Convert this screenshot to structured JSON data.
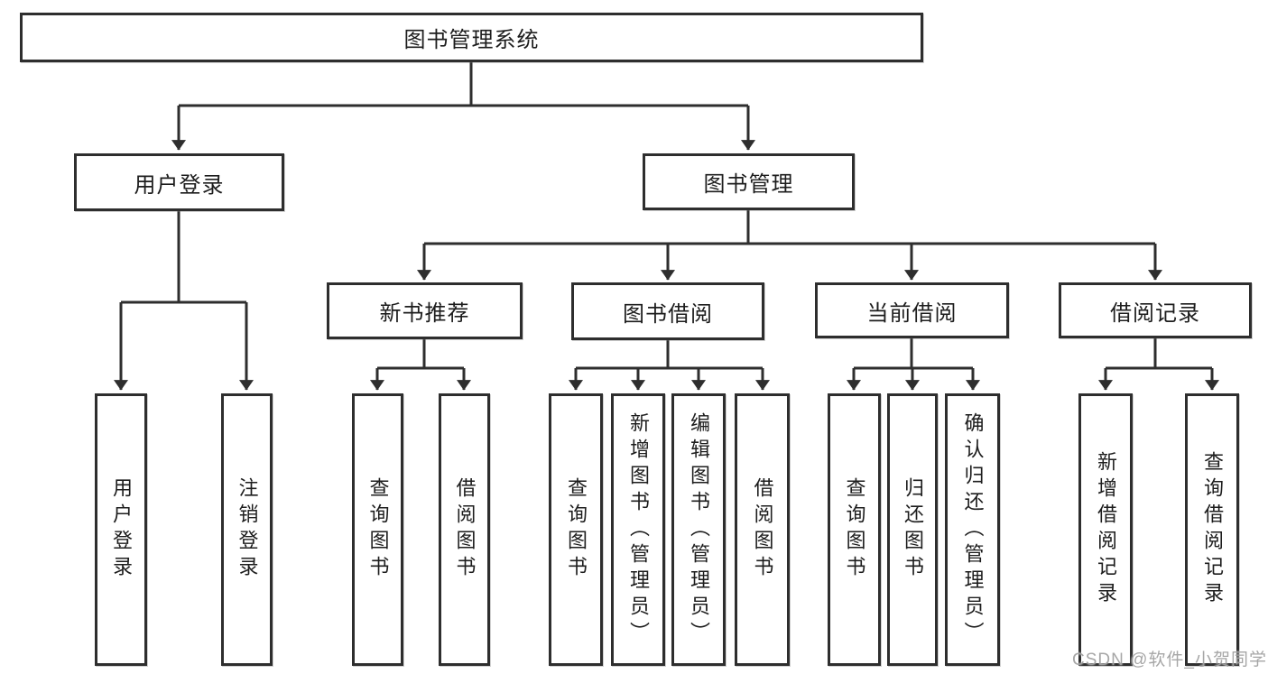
{
  "diagram": {
    "tree": {
      "label": "图书管理系统",
      "children": [
        {
          "label": "用户登录",
          "children": [
            {
              "label": "用户登录"
            },
            {
              "label": "注销登录"
            }
          ]
        },
        {
          "label": "图书管理",
          "children": [
            {
              "label": "新书推荐",
              "children": [
                {
                  "label": "查询图书"
                },
                {
                  "label": "借阅图书"
                }
              ]
            },
            {
              "label": "图书借阅",
              "children": [
                {
                  "label": "查询图书"
                },
                {
                  "label": "新增图书（管理员）"
                },
                {
                  "label": "编辑图书（管理员）"
                },
                {
                  "label": "借阅图书"
                }
              ]
            },
            {
              "label": "当前借阅",
              "children": [
                {
                  "label": "查询图书"
                },
                {
                  "label": "归还图书"
                },
                {
                  "label": "确认归还（管理员）"
                }
              ]
            },
            {
              "label": "借阅记录",
              "children": [
                {
                  "label": "新增借阅记录"
                },
                {
                  "label": "查询借阅记录"
                }
              ]
            }
          ]
        }
      ]
    },
    "colors": {
      "line": "#2e2e2e",
      "box_border": "#2e2e2e",
      "text": "#1d1d1d",
      "background": "#ffffff",
      "watermark": "#9e9e9e"
    }
  },
  "watermark": {
    "text": "CSDN @软件_小贺同学"
  }
}
